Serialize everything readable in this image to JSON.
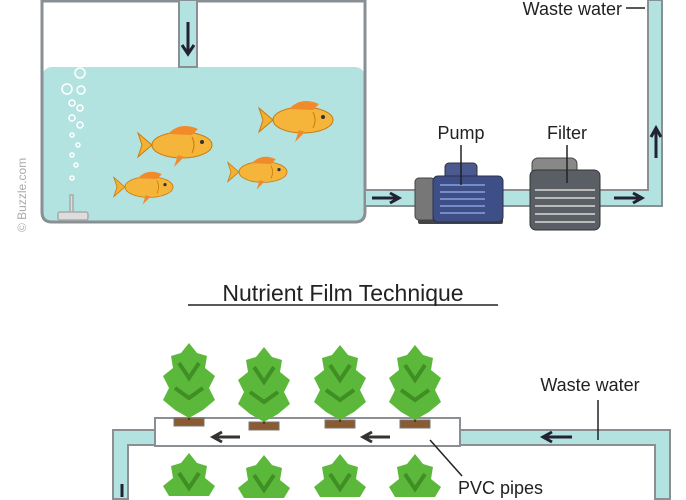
{
  "labels": {
    "waste_water_top": "Waste water",
    "pump": "Pump",
    "filter": "Filter",
    "watermark": "© Buzzle.com",
    "title": "Nutrient Film Technique",
    "waste_water_bottom": "Waste water",
    "pvc_pipes": "PVC pipes"
  },
  "colors": {
    "water": "#b2e3e0",
    "pipe_outline": "#8a8f93",
    "fish": "#f5b53a",
    "plant": "#5cb83a",
    "pump": "#3d4f86",
    "filter": "#5a5f66"
  }
}
